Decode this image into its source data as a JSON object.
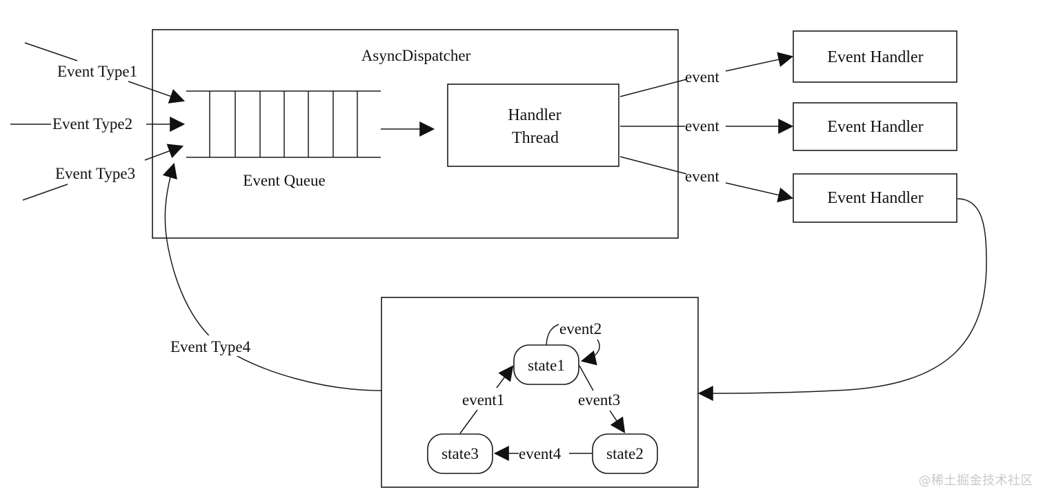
{
  "dispatcher": {
    "title": "AsyncDispatcher",
    "queue_label": "Event Queue",
    "thread_line1": "Handler",
    "thread_line2": "Thread"
  },
  "inputs": {
    "type1": "Event Type1",
    "type2": "Event Type2",
    "type3": "Event Type3",
    "type4": "Event Type4"
  },
  "outputs": {
    "edge_label": "event",
    "handlers": [
      "Event Handler",
      "Event Handler",
      "Event Handler"
    ]
  },
  "state_machine": {
    "states": [
      "state1",
      "state2",
      "state3"
    ],
    "transitions": [
      "event2",
      "event3",
      "event4",
      "event1"
    ]
  },
  "watermark": "@稀土掘金技术社区"
}
